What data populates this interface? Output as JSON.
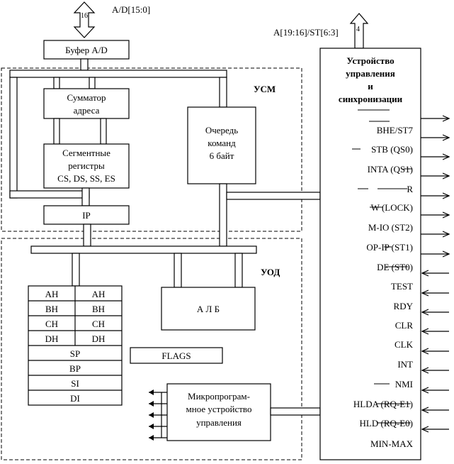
{
  "bus_labels": {
    "ad_bus": "A/D[15:0]",
    "ad_width": "16",
    "a_bus": "A[19:16]/ST[6:3]",
    "a_width": "4"
  },
  "blocks": {
    "buffer": "Буфер A/D",
    "adder_line1": "Сумматор",
    "adder_line2": "адреса",
    "seg_line1": "Сегментные",
    "seg_line2": "регистры",
    "seg_line3": "CS, DS, SS, ES",
    "queue_line1": "Очередь",
    "queue_line2": "команд",
    "queue_line3": "6 байт",
    "ip": "IP",
    "usm": "УСМ",
    "uod": "УОД",
    "alu": "А Л Б",
    "flags": "FLAGS",
    "micro_line1": "Микропрограм-",
    "micro_line2": "мное устройство",
    "micro_line3": "управления",
    "control_line1": "Устройство",
    "control_line2": "управления",
    "control_line3": "и",
    "control_line4": "синхронизации"
  },
  "registers": {
    "pairs": [
      {
        "left": "AH",
        "right": "AH"
      },
      {
        "left": "BH",
        "right": "BH"
      },
      {
        "left": "CH",
        "right": "CH"
      },
      {
        "left": "DH",
        "right": "DH"
      }
    ],
    "singles": [
      "SP",
      "BP",
      "SI",
      "DI"
    ]
  },
  "signals": {
    "outputs": [
      "BHE/ST7",
      "STB (QS0)",
      "INTA (QS1)",
      "R",
      "W (LOCK)",
      "M-IO (ST2)",
      "OP-IP (ST1)",
      "DE (ST0)"
    ],
    "inputs": [
      "TEST",
      "RDY",
      "CLR",
      "CLK",
      "INT",
      "NMI",
      "HLDA (RQ-E1)",
      "HLD (RQ-E0)",
      "MIN-MAX"
    ]
  }
}
